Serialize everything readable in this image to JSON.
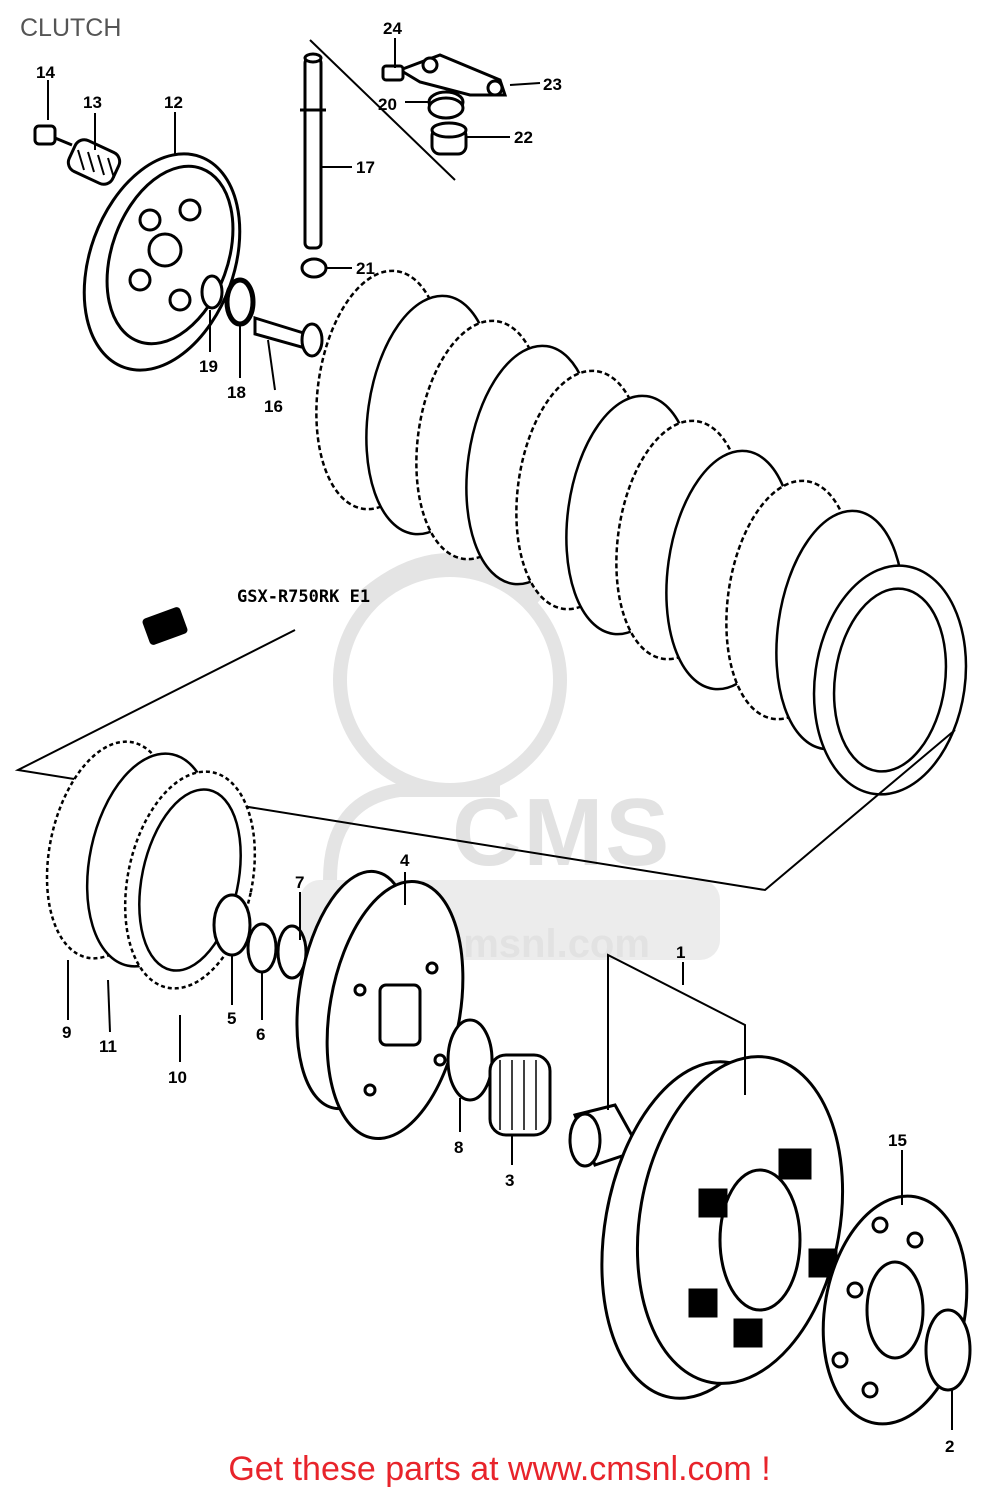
{
  "title": "CLUTCH",
  "model_code": "GSX-R750RK E1",
  "watermark": {
    "brand": "CMS",
    "url": "www.cmsnl.com"
  },
  "promo": {
    "text": "Get these parts at www.cmsnl.com !",
    "color": "#e8242b"
  },
  "callouts": {
    "p1": "1",
    "p2": "2",
    "p3": "3",
    "p4": "4",
    "p5": "5",
    "p6": "6",
    "p7": "7",
    "p8": "8",
    "p9": "9",
    "p10": "10",
    "p11": "11",
    "p12": "12",
    "p13": "13",
    "p14": "14",
    "p15": "15",
    "p16": "16",
    "p17": "17",
    "p18": "18",
    "p19": "19",
    "p20": "20",
    "p21": "21",
    "p22": "22",
    "p23": "23",
    "p24": "24"
  }
}
